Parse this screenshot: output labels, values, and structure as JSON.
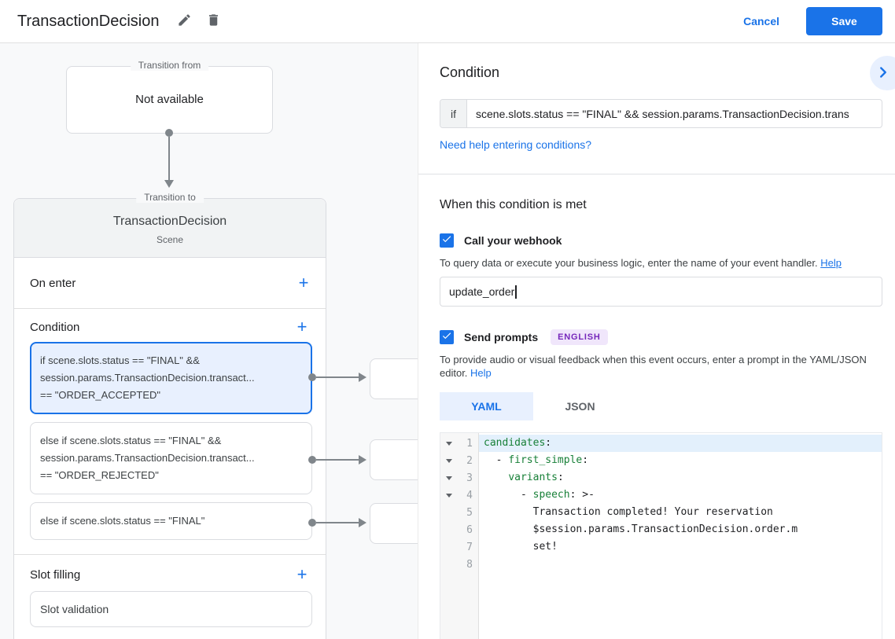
{
  "colors": {
    "accent": "#1a73e8",
    "selected_card_bg": "#e8f0fe",
    "badge_bg": "#f0e6fb",
    "badge_text": "#7627bb",
    "code_key": "#188038",
    "diagram_bg": "#f8f9fa"
  },
  "header": {
    "title": "TransactionDecision",
    "cancel_label": "Cancel",
    "save_label": "Save"
  },
  "diagram": {
    "transition_from": {
      "label": "Transition from",
      "value": "Not available"
    },
    "transition_to_label": "Transition to",
    "scene": {
      "title": "TransactionDecision",
      "subtitle": "Scene",
      "on_enter": {
        "label": "On enter",
        "add": "+"
      },
      "condition": {
        "label": "Condition",
        "add": "+",
        "items": [
          {
            "lines": [
              "if scene.slots.status == \"FINAL\" &&",
              "session.params.TransactionDecision.transact...",
              "== \"ORDER_ACCEPTED\""
            ]
          },
          {
            "lines": [
              "else if scene.slots.status == \"FINAL\" &&",
              "session.params.TransactionDecision.transact...",
              "== \"ORDER_REJECTED\""
            ]
          },
          {
            "lines": [
              "else if scene.slots.status == \"FINAL\""
            ]
          }
        ]
      },
      "slot_filling": {
        "label": "Slot filling",
        "add": "+",
        "item": "Slot validation"
      }
    }
  },
  "panel": {
    "condition": {
      "title": "Condition",
      "if_label": "if",
      "if_value": "scene.slots.status == \"FINAL\" && session.params.TransactionDecision.trans",
      "help_link": "Need help entering conditions?"
    },
    "when_met": {
      "title": "When this condition is met",
      "webhook": {
        "label": "Call your webhook",
        "description": "To query data or execute your business logic, enter the name of your event handler.",
        "help_label": "Help",
        "value": "update_order"
      },
      "prompts": {
        "label": "Send prompts",
        "badge": "ENGLISH",
        "description": "To provide audio or visual feedback when this event occurs, enter a prompt in the YAML/JSON editor.",
        "help_label": "Help"
      },
      "tabs": [
        {
          "label": "YAML",
          "active": true
        },
        {
          "label": "JSON",
          "active": false
        }
      ]
    },
    "editor": {
      "lines": [
        {
          "num": "1",
          "fold": true,
          "highlight": true,
          "segments": [
            [
              "key",
              "candidates"
            ],
            [
              "plain",
              ":"
            ]
          ]
        },
        {
          "num": "2",
          "fold": true,
          "segments": [
            [
              "plain",
              "  - "
            ],
            [
              "key",
              "first_simple"
            ],
            [
              "plain",
              ":"
            ]
          ]
        },
        {
          "num": "3",
          "fold": true,
          "segments": [
            [
              "plain",
              "    "
            ],
            [
              "key",
              "variants"
            ],
            [
              "plain",
              ":"
            ]
          ]
        },
        {
          "num": "4",
          "fold": true,
          "segments": [
            [
              "plain",
              "      - "
            ],
            [
              "key",
              "speech"
            ],
            [
              "plain",
              ": >-"
            ]
          ]
        },
        {
          "num": "5",
          "segments": [
            [
              "plain",
              "        Transaction completed! Your reservation"
            ]
          ]
        },
        {
          "num": "6",
          "segments": [
            [
              "plain",
              "        $session.params.TransactionDecision.order.m"
            ]
          ]
        },
        {
          "num": "7",
          "segments": [
            [
              "plain",
              "        set!"
            ]
          ]
        },
        {
          "num": "8",
          "segments": []
        }
      ]
    }
  }
}
